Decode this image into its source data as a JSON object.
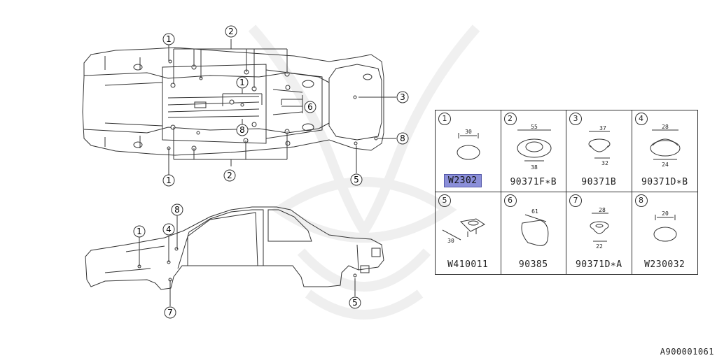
{
  "diagram": {
    "underbody_callouts": [
      "1",
      "2",
      "1",
      "3",
      "6",
      "8",
      "8",
      "1",
      "2",
      "5"
    ],
    "side_callouts": [
      "1",
      "4",
      "8",
      "7",
      "5"
    ]
  },
  "parts_table": [
    {
      "index": "1",
      "part": "W2302",
      "highlight": true,
      "dims": [
        "30"
      ],
      "icon": "flat-plug-icon"
    },
    {
      "index": "2",
      "part": "90371F∗B",
      "highlight": false,
      "dims": [
        "55",
        "38"
      ],
      "icon": "flanged-grommet-icon"
    },
    {
      "index": "3",
      "part": "90371B",
      "highlight": false,
      "dims": [
        "37",
        "32"
      ],
      "icon": "cup-plug-icon"
    },
    {
      "index": "4",
      "part": "90371D∗B",
      "highlight": false,
      "dims": [
        "28",
        "24"
      ],
      "icon": "dome-plug-icon"
    },
    {
      "index": "5",
      "part": "W410011",
      "highlight": false,
      "dims": [
        "30"
      ],
      "icon": "tab-plug-icon"
    },
    {
      "index": "6",
      "part": "90385",
      "highlight": false,
      "dims": [
        "61"
      ],
      "icon": "oval-plug-icon"
    },
    {
      "index": "7",
      "part": "90371D∗A",
      "highlight": false,
      "dims": [
        "28",
        "22"
      ],
      "icon": "stepped-plug-icon"
    },
    {
      "index": "8",
      "part": "W230032",
      "highlight": false,
      "dims": [
        "20"
      ],
      "icon": "flat-plug-icon"
    }
  ],
  "footer": {
    "code": "A900001061"
  },
  "colors": {
    "line": "#333333",
    "highlight": "#8b8fd9"
  }
}
